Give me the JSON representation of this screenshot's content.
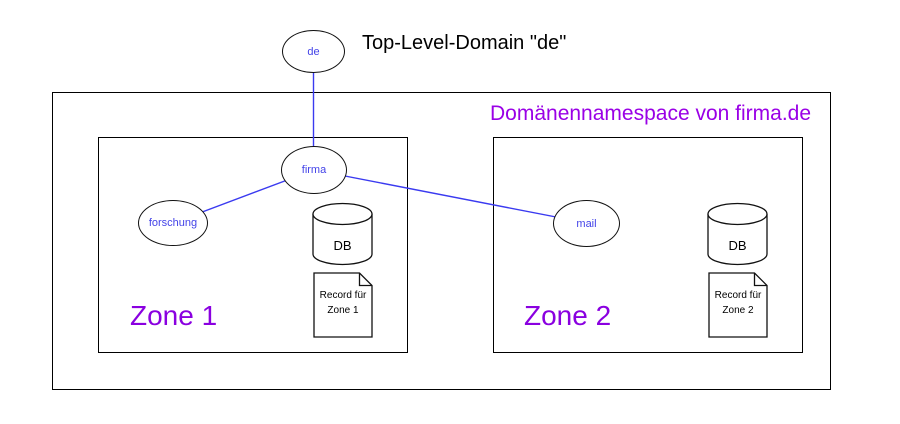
{
  "diagram": {
    "top_level_label": "Top-Level-Domain \"de\"",
    "namespace_label": "Domänennamespace von firma.de",
    "nodes": {
      "de": "de",
      "firma": "firma",
      "forschung": "forschung",
      "mail": "mail"
    },
    "zones": [
      {
        "label": "Zone 1",
        "db": "DB",
        "record_line1": "Record für",
        "record_line2": "Zone 1"
      },
      {
        "label": "Zone 2",
        "db": "DB",
        "record_line1": "Record für",
        "record_line2": "Zone 2"
      }
    ],
    "colors": {
      "edge_blue": "#3a3af0",
      "node_text_blue": "#4343e8",
      "zone_purple": "#9a00e6",
      "outline_black": "#000000",
      "background": "#ffffff"
    }
  }
}
